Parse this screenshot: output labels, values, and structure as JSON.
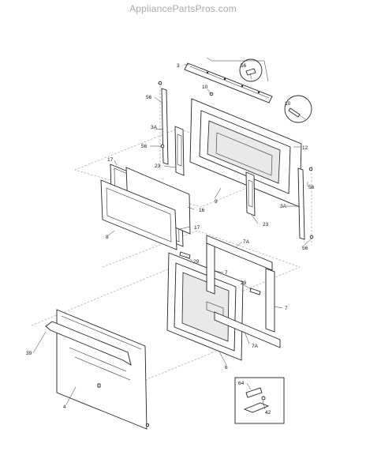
{
  "watermark": "AppliancePartsPros.com",
  "callouts": {
    "c3": "3",
    "c56_top": "56",
    "c10_top": "10",
    "c10_circle": "10",
    "c56_left": "56",
    "c3A_left": "3A",
    "c56_left2": "56",
    "c12": "12",
    "c17_top": "17",
    "c23_left": "23",
    "c9": "9",
    "c56_right": "56",
    "c3A_right": "3A",
    "c16": "16",
    "c23_right": "23",
    "c17_bottom": "17",
    "c8": "8",
    "c7A_top": "7A",
    "c56_bottom": "56",
    "c29_left": "29",
    "c7_top": "7",
    "c29_right": "29",
    "c7_right": "7",
    "c7A_bottom": "7A",
    "c39": "39",
    "c6": "6",
    "c4": "4",
    "c64": "64",
    "c42": "42"
  }
}
